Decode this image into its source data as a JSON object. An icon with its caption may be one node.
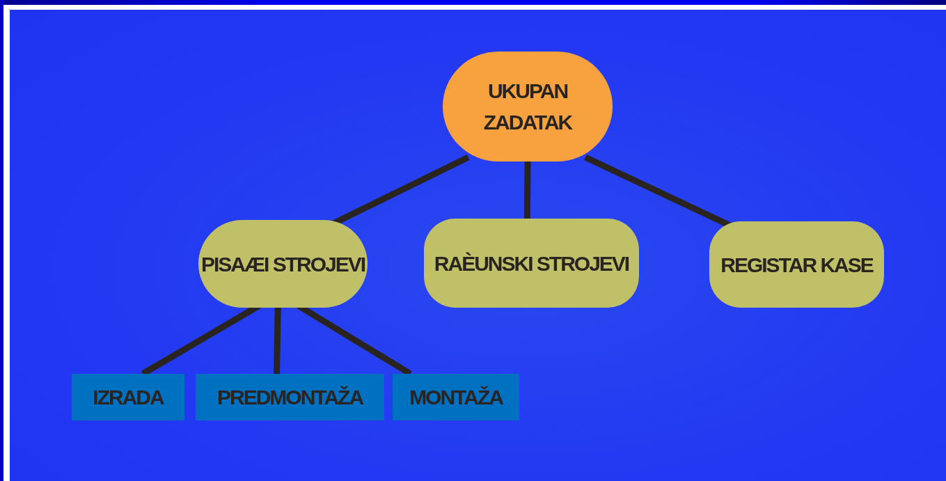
{
  "diagram": {
    "nodes": [
      {
        "text": [
          "UKUPAN ZADATAK"
        ]
      },
      {
        "text": [
          "PISAÆI STROJEVI"
        ]
      },
      {
        "text": [
          "RAÈUNSKI STROJEVI"
        ]
      },
      {
        "text": [
          "REGISTAR KASE"
        ]
      },
      {
        "text": [
          "IZRADA"
        ]
      },
      {
        "text": [
          "PREDMONTAŽA"
        ]
      },
      {
        "text": [
          "MONTAŽA"
        ]
      }
    ],
    "edges": [
      {
        "from": 0,
        "to": 1,
        "arrow": "none"
      },
      {
        "from": 0,
        "to": 2,
        "arrow": "none"
      },
      {
        "from": 0,
        "to": 3,
        "arrow": "none"
      },
      {
        "from": 1,
        "to": 4,
        "arrow": "none"
      },
      {
        "from": 1,
        "to": 5,
        "arrow": "none"
      },
      {
        "from": 1,
        "to": 6,
        "arrow": "none"
      }
    ]
  }
}
